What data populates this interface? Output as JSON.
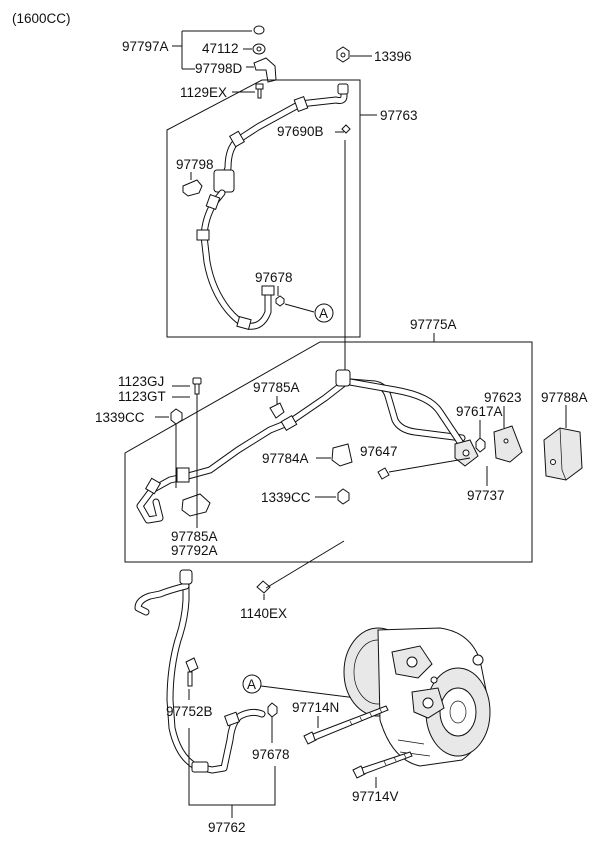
{
  "variant_label": "(1600CC)",
  "ref_marker": "A",
  "parts": {
    "p97797A": "97797A",
    "p47112": "47112",
    "p97798D": "97798D",
    "p13396": "13396",
    "p1129EX": "1129EX",
    "p97763": "97763",
    "p97690B": "97690B",
    "p97798": "97798",
    "p97678_top": "97678",
    "p97775A": "97775A",
    "p1123GJ": "1123GJ",
    "p1123GT": "1123GT",
    "p97785A_top": "97785A",
    "p1339CC_left": "1339CC",
    "p97623": "97623",
    "p97617A": "97617A",
    "p97788A": "97788A",
    "p97647": "97647",
    "p97784A": "97784A",
    "p1339CC_mid": "1339CC",
    "p97737": "97737",
    "p97785A_bot": "97785A",
    "p97792A": "97792A",
    "p1140EX": "1140EX",
    "p97714N": "97714N",
    "p97752B": "97752B",
    "p97678_bot": "97678",
    "p97714V": "97714V",
    "p97762": "97762"
  }
}
